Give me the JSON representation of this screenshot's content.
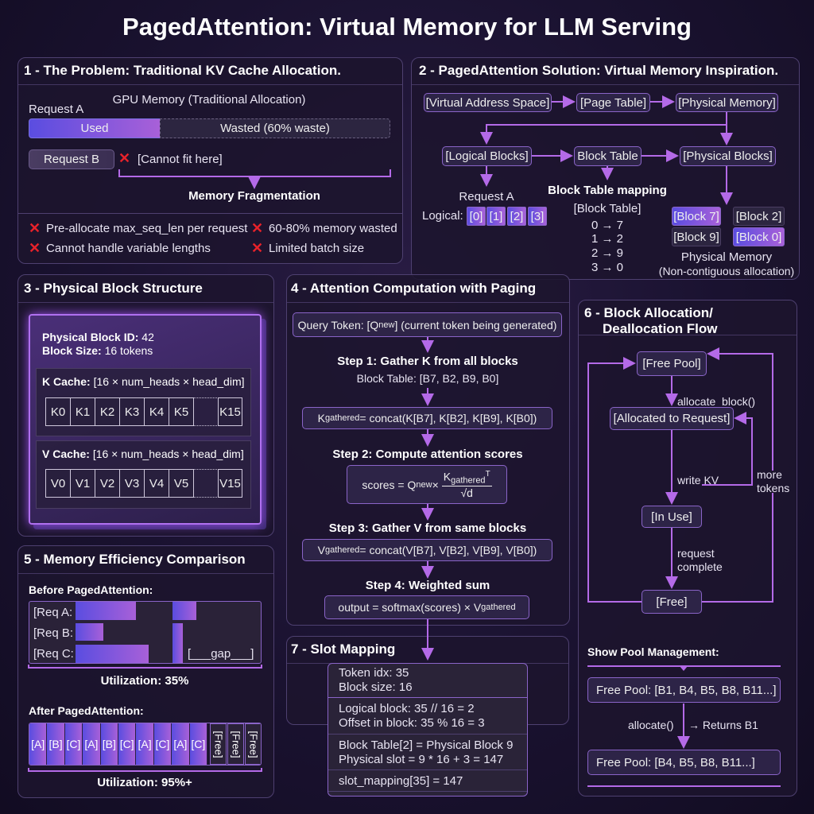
{
  "title": "PagedAttention: Virtual Memory for LLM Serving",
  "colors": {
    "accent": "#b46ae8",
    "used_gradient_start": "#5a4de0",
    "used_gradient_end": "#a860d8",
    "error": "#e8222a",
    "panel_border": "#4e4070",
    "background": "#1a1230"
  },
  "s1": {
    "header": "1 - The Problem: Traditional KV Cache Allocation.",
    "gpu_memory": "GPU Memory (Traditional Allocation)",
    "request_a": "Request A",
    "used": "Used",
    "wasted": "Wasted (60% waste)",
    "request_b": "Request B",
    "cannot_fit": "[Cannot fit here]",
    "fragmentation": "Memory Fragmentation",
    "bullets": [
      "Pre-allocate max_seq_len per request",
      "60-80% memory wasted",
      "Cannot handle variable lengths",
      "Limited batch size"
    ]
  },
  "s2": {
    "header": "2 - PagedAttention Solution: Virtual Memory Inspiration.",
    "virtual_address_space": "[Virtual Address Space]",
    "page_table": "[Page Table]",
    "physical_memory": "[Physical Memory]",
    "logical_blocks": "[Logical Blocks]",
    "block_table": "Block Table",
    "physical_blocks": "[Physical Blocks]",
    "request_a": "Request A",
    "logical_label": "Logical:",
    "logical_cells": [
      "[0]",
      "[1]",
      "[2]",
      "[3]"
    ],
    "mapping_title": "Block Table mapping",
    "mapping_subtitle": "[Block Table]",
    "mappings": [
      "0 → 7",
      "1 → 2",
      "2 → 9",
      "3 → 0"
    ],
    "blocks": [
      "[Block 7]",
      "[Block 2]",
      "[Block 9]",
      "[Block 0]"
    ],
    "physical_caption": "Physical Memory",
    "physical_note": "(Non-contiguous allocation)"
  },
  "s3": {
    "header": "3 - Physical Block Structure",
    "block_id_label": "Physical Block ID:",
    "block_id": "42",
    "block_size_label": "Block Size:",
    "block_size": "16 tokens",
    "k_label": "K Cache:",
    "k_shape": "[16 × num_heads × head_dim]",
    "k_cells": [
      "K0",
      "K1",
      "K2",
      "K3",
      "K4",
      "K5",
      "",
      "K15"
    ],
    "v_label": "V Cache:",
    "v_shape": "[16 × num_heads × head_dim]",
    "v_cells": [
      "V0",
      "V1",
      "V2",
      "V3",
      "V4",
      "V5",
      "",
      "V15"
    ],
    "ellipsis": "...."
  },
  "s4": {
    "header": "4 - Attention Computation with Paging",
    "query_pre": "Query Token: [Q",
    "query_sub": "new",
    "query_post": "] (current token being generated)",
    "step1": "Step 1: Gather K from all blocks",
    "step1_detail": "Block Table: [B7, B2, B9, B0]",
    "k_base": "K",
    "k_sub": "gathered",
    "k_expr": " = concat(K[B7], K[B2], K[B9], K[B0])",
    "step2": "Step 2: Compute attention scores",
    "scores_pre": "scores = Q",
    "scores_sub": "new",
    "scores_times": " ×",
    "frac_num_base": "K",
    "frac_num_sub": "gathered",
    "frac_num_sup": "T",
    "frac_den": "√d",
    "step3": "Step 3: Gather V from same blocks",
    "v_base": "V",
    "v_sub": "gathered",
    "v_expr": " = concat(V[B7], V[B2], V[B9], V[B0])",
    "step4": "Step 4: Weighted sum",
    "out_pre": "output = softmax(scores) × V",
    "out_sub": "gathered"
  },
  "s5": {
    "header": "5 - Memory Efficiency Comparison",
    "before": "Before PagedAttention:",
    "rows": [
      "[Req A:",
      "[Req B:",
      "[Req C:"
    ],
    "gap": "[___gap___]",
    "util_before": "Utilization: 35%",
    "after": "After PagedAttention:",
    "cells": [
      "[A]",
      "[B]",
      "[C]",
      "[A]",
      "[B]",
      "[C]",
      "[A]",
      "[C]",
      "[A]",
      "[C]",
      "[Free]",
      "[Free]",
      "[Free]"
    ],
    "util_after": "Utilization: 95%+",
    "utilization_before_pct": 35,
    "utilization_after_pct": 95
  },
  "s6": {
    "header_1": "6 - Block Allocation/",
    "header_2": "Deallocation Flow",
    "free_pool": "[Free Pool]",
    "allocate_block": "allocate_block()",
    "allocated": "[Allocated to Request]",
    "write_kv": "write KV",
    "in_use": "[In Use]",
    "request_complete_1": "request",
    "request_complete_2": "complete",
    "free": "[Free]",
    "more_tokens_1": "more",
    "more_tokens_2": "tokens",
    "pool_title": "Show Pool Management:",
    "pool_before": "Free Pool: [B1, B4, B5, B8, B11...]",
    "allocate": "allocate()",
    "returns": "→ Returns B1",
    "pool_after": "Free Pool: [B4, B5, B8, B11...]"
  },
  "s7": {
    "header": "7 - Slot Mapping",
    "lines": [
      "Token idx: 35",
      "Block size: 16",
      "Logical block: 35 // 16 = 2",
      "Offset in block: 35 % 16 = 3",
      "Block Table[2] = Physical Block 9",
      "Physical slot = 9 * 16 + 3 = 147",
      "slot_mapping[35] = 147"
    ]
  }
}
